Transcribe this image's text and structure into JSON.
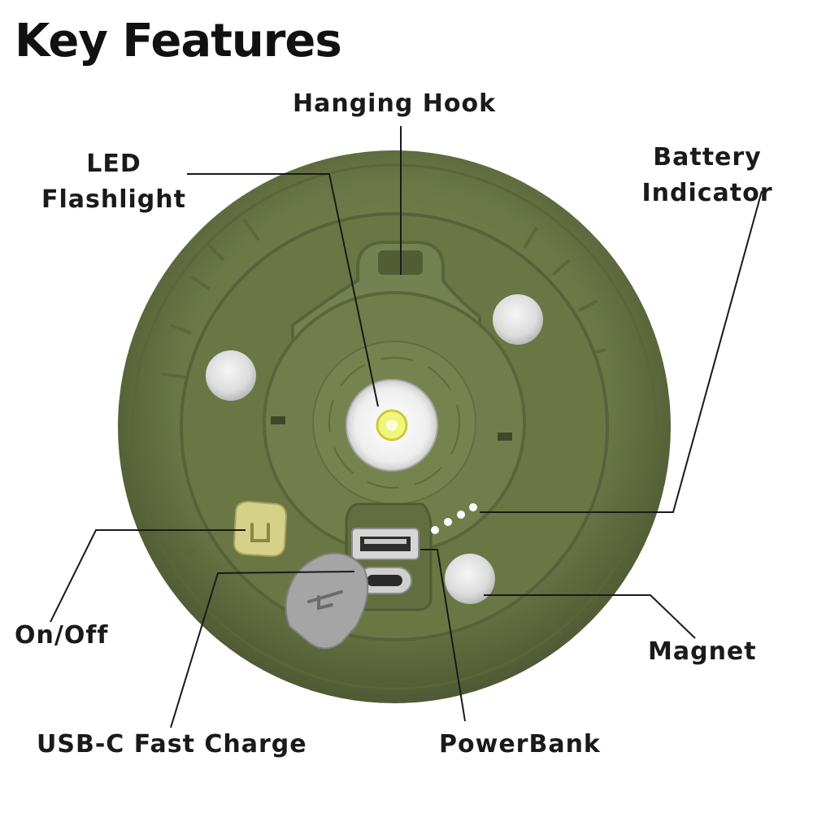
{
  "title": "Key Features",
  "labels": {
    "hanging_hook": "Hanging Hook",
    "led_line1": "LED",
    "led_line2": "Flashlight",
    "battery_line1": "Battery",
    "battery_line2": "Indicator",
    "on_off": "On/Off",
    "magnet": "Magnet",
    "usb_c": "USB-C Fast Charge",
    "powerbank": "PowerBank"
  },
  "colors": {
    "body": "#6d7a48",
    "body_dark": "#57623a",
    "body_light": "#818e5a",
    "magnet": "#e4e4e4",
    "leader": "#1a1a1a"
  }
}
